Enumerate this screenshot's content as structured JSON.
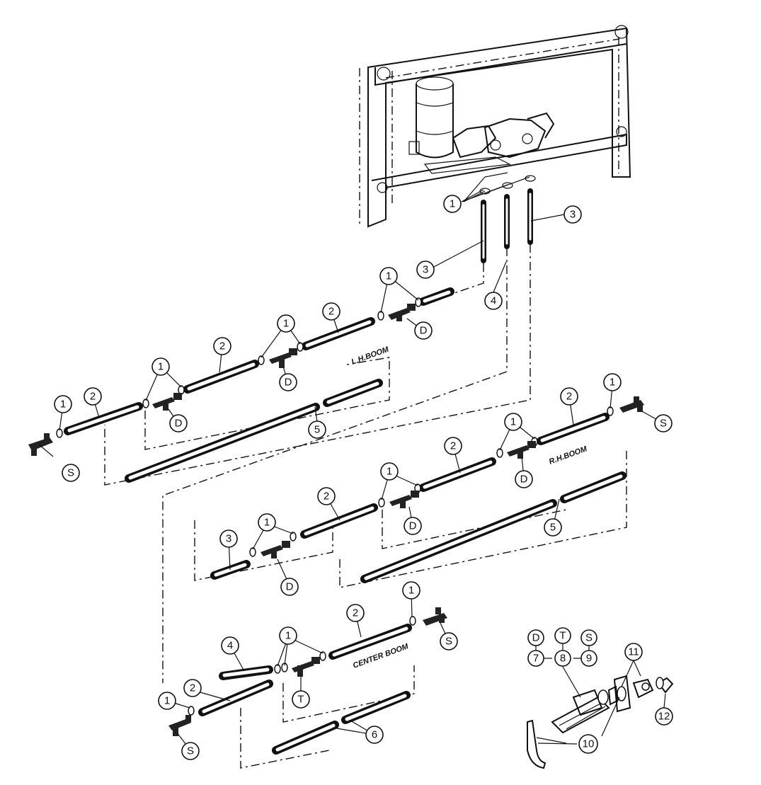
{
  "boom_labels": {
    "lh": "L.H.BOOM",
    "rh": "R.H.BOOM",
    "center": "CENTER BOOM"
  },
  "callouts": {
    "c1": "1",
    "c2": "2",
    "c3": "3",
    "c4": "4",
    "c5": "5",
    "c6": "6",
    "c7": "7",
    "c8": "8",
    "c9": "9",
    "c10": "10",
    "c11": "11",
    "c12": "12",
    "D": "D",
    "S": "S",
    "T": "T"
  },
  "legend_row": {
    "top": [
      "D",
      "T",
      "S"
    ],
    "bottom": [
      "7",
      "8",
      "9"
    ]
  }
}
